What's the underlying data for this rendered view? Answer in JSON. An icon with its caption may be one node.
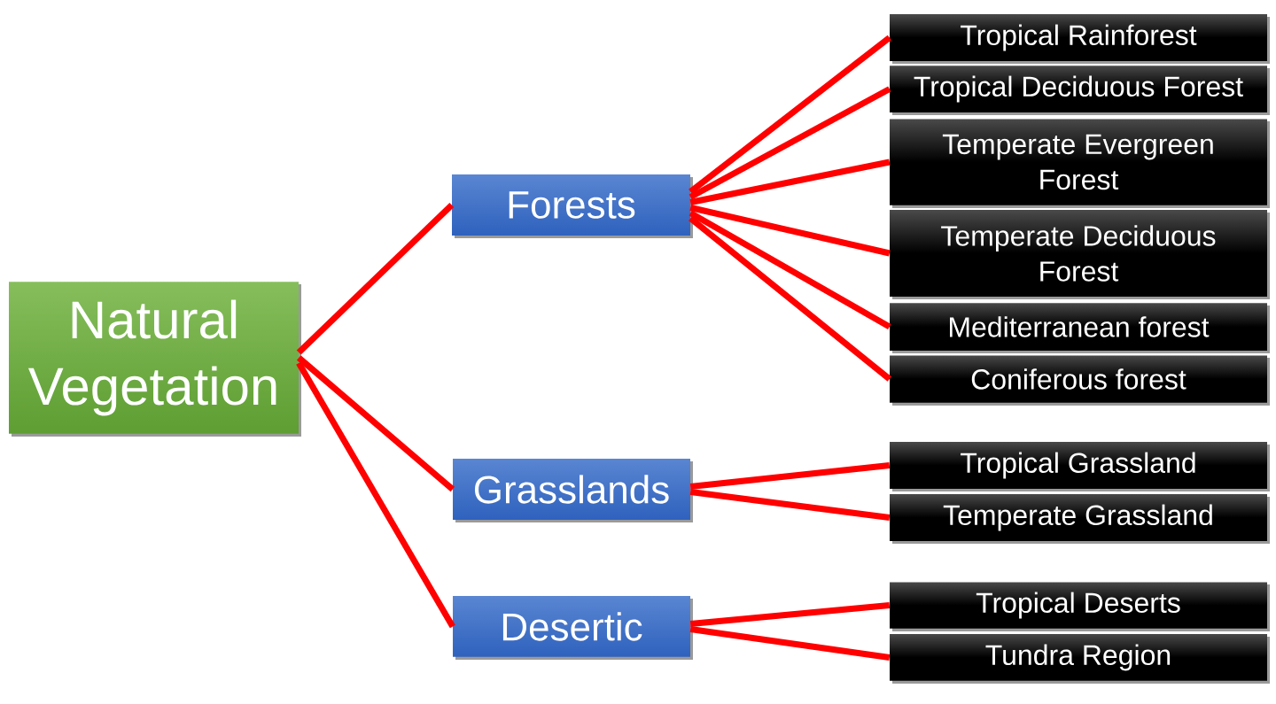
{
  "diagram": {
    "nodes": [
      {
        "text": [
          "Natural Vegetation"
        ]
      },
      {
        "text": [
          "Forests"
        ]
      },
      {
        "text": [
          "Grasslands"
        ]
      },
      {
        "text": [
          "Desertic"
        ]
      },
      {
        "text": [
          "Tropical Rainforest"
        ]
      },
      {
        "text": [
          "Tropical Deciduous Forest"
        ]
      },
      {
        "text": [
          "Temperate Evergreen Forest"
        ]
      },
      {
        "text": [
          "Temperate Deciduous Forest"
        ]
      },
      {
        "text": [
          "Mediterranean forest"
        ]
      },
      {
        "text": [
          "Coniferous forest"
        ]
      },
      {
        "text": [
          "Tropical Grassland"
        ]
      },
      {
        "text": [
          "Temperate Grassland"
        ]
      },
      {
        "text": [
          "Tropical Deserts"
        ]
      },
      {
        "text": [
          "Tundra Region"
        ]
      }
    ],
    "edges": [
      {
        "from": 0,
        "to": 1,
        "arrow": "none"
      },
      {
        "from": 0,
        "to": 2,
        "arrow": "none"
      },
      {
        "from": 0,
        "to": 3,
        "arrow": "none"
      },
      {
        "from": 1,
        "to": 4,
        "arrow": "none"
      },
      {
        "from": 1,
        "to": 5,
        "arrow": "none"
      },
      {
        "from": 1,
        "to": 6,
        "arrow": "none"
      },
      {
        "from": 1,
        "to": 7,
        "arrow": "none"
      },
      {
        "from": 1,
        "to": 8,
        "arrow": "none"
      },
      {
        "from": 1,
        "to": 9,
        "arrow": "none"
      },
      {
        "from": 2,
        "to": 10,
        "arrow": "none"
      },
      {
        "from": 2,
        "to": 11,
        "arrow": "none"
      },
      {
        "from": 3,
        "to": 12,
        "arrow": "none"
      },
      {
        "from": 3,
        "to": 13,
        "arrow": "none"
      }
    ]
  }
}
